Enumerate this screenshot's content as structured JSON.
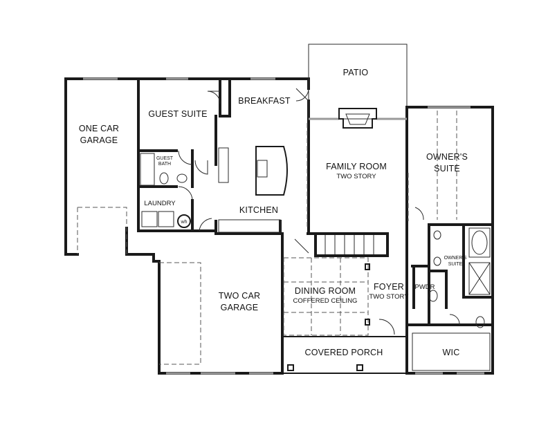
{
  "rooms": {
    "patio": "PATIO",
    "breakfast": "BREAKFAST",
    "guest_suite": "GUEST SUITE",
    "one_car_garage_l1": "ONE CAR",
    "one_car_garage_l2": "GARAGE",
    "guest_bath_l1": "GUEST",
    "guest_bath_l2": "BATH",
    "family_room": "FAMILY ROOM",
    "family_room_sub": "TWO STORY",
    "owners_suite_l1": "OWNER'S",
    "owners_suite_l2": "SUITE",
    "laundry": "LAUNDRY",
    "kitchen": "KITCHEN",
    "owners_bath_l1": "OWNER'S",
    "owners_bath_l2": "SUITE",
    "two_car_garage_l1": "TWO CAR",
    "two_car_garage_l2": "GARAGE",
    "dining_room": "DINING ROOM",
    "dining_room_sub": "COFFERED CEILING",
    "foyer": "FOYER",
    "foyer_sub": "TWO STORY",
    "powder": "PWDR",
    "covered_porch": "COVERED PORCH",
    "wic": "WIC"
  },
  "fixtures": {
    "water_heater": "wh"
  }
}
